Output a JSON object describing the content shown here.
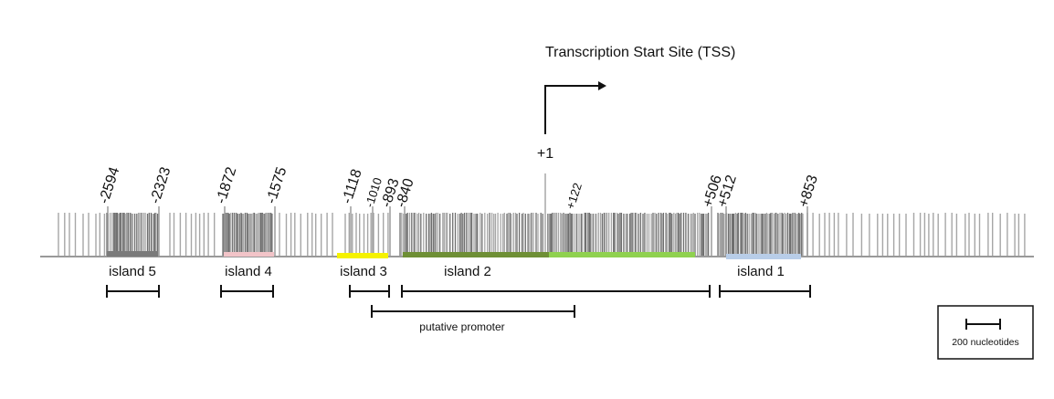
{
  "tss": {
    "label": "Transcription Start Site (TSS)",
    "plus_one": "+1"
  },
  "positions": [
    "-2594",
    "-2323",
    "-1872",
    "-1575",
    "-1118",
    "-1010",
    "-893",
    "-840",
    "+122",
    "+506",
    "+512",
    "+853"
  ],
  "islands": [
    {
      "label": "island 5",
      "color": "#7a7a7a"
    },
    {
      "label": "island 4",
      "color": "#f2c4c8"
    },
    {
      "label": "island 3",
      "color": "#f5f200"
    },
    {
      "label": "island 2",
      "color": "#6e8f35",
      "color2": "#8fd14f"
    },
    {
      "label": "island 1",
      "color": "#b8cde8"
    }
  ],
  "promoter_label": "putative promoter",
  "scale_label": "200 nucleotides",
  "colors": {
    "line": "#999999",
    "tick": "#9a9a9a",
    "black": "#111111"
  }
}
